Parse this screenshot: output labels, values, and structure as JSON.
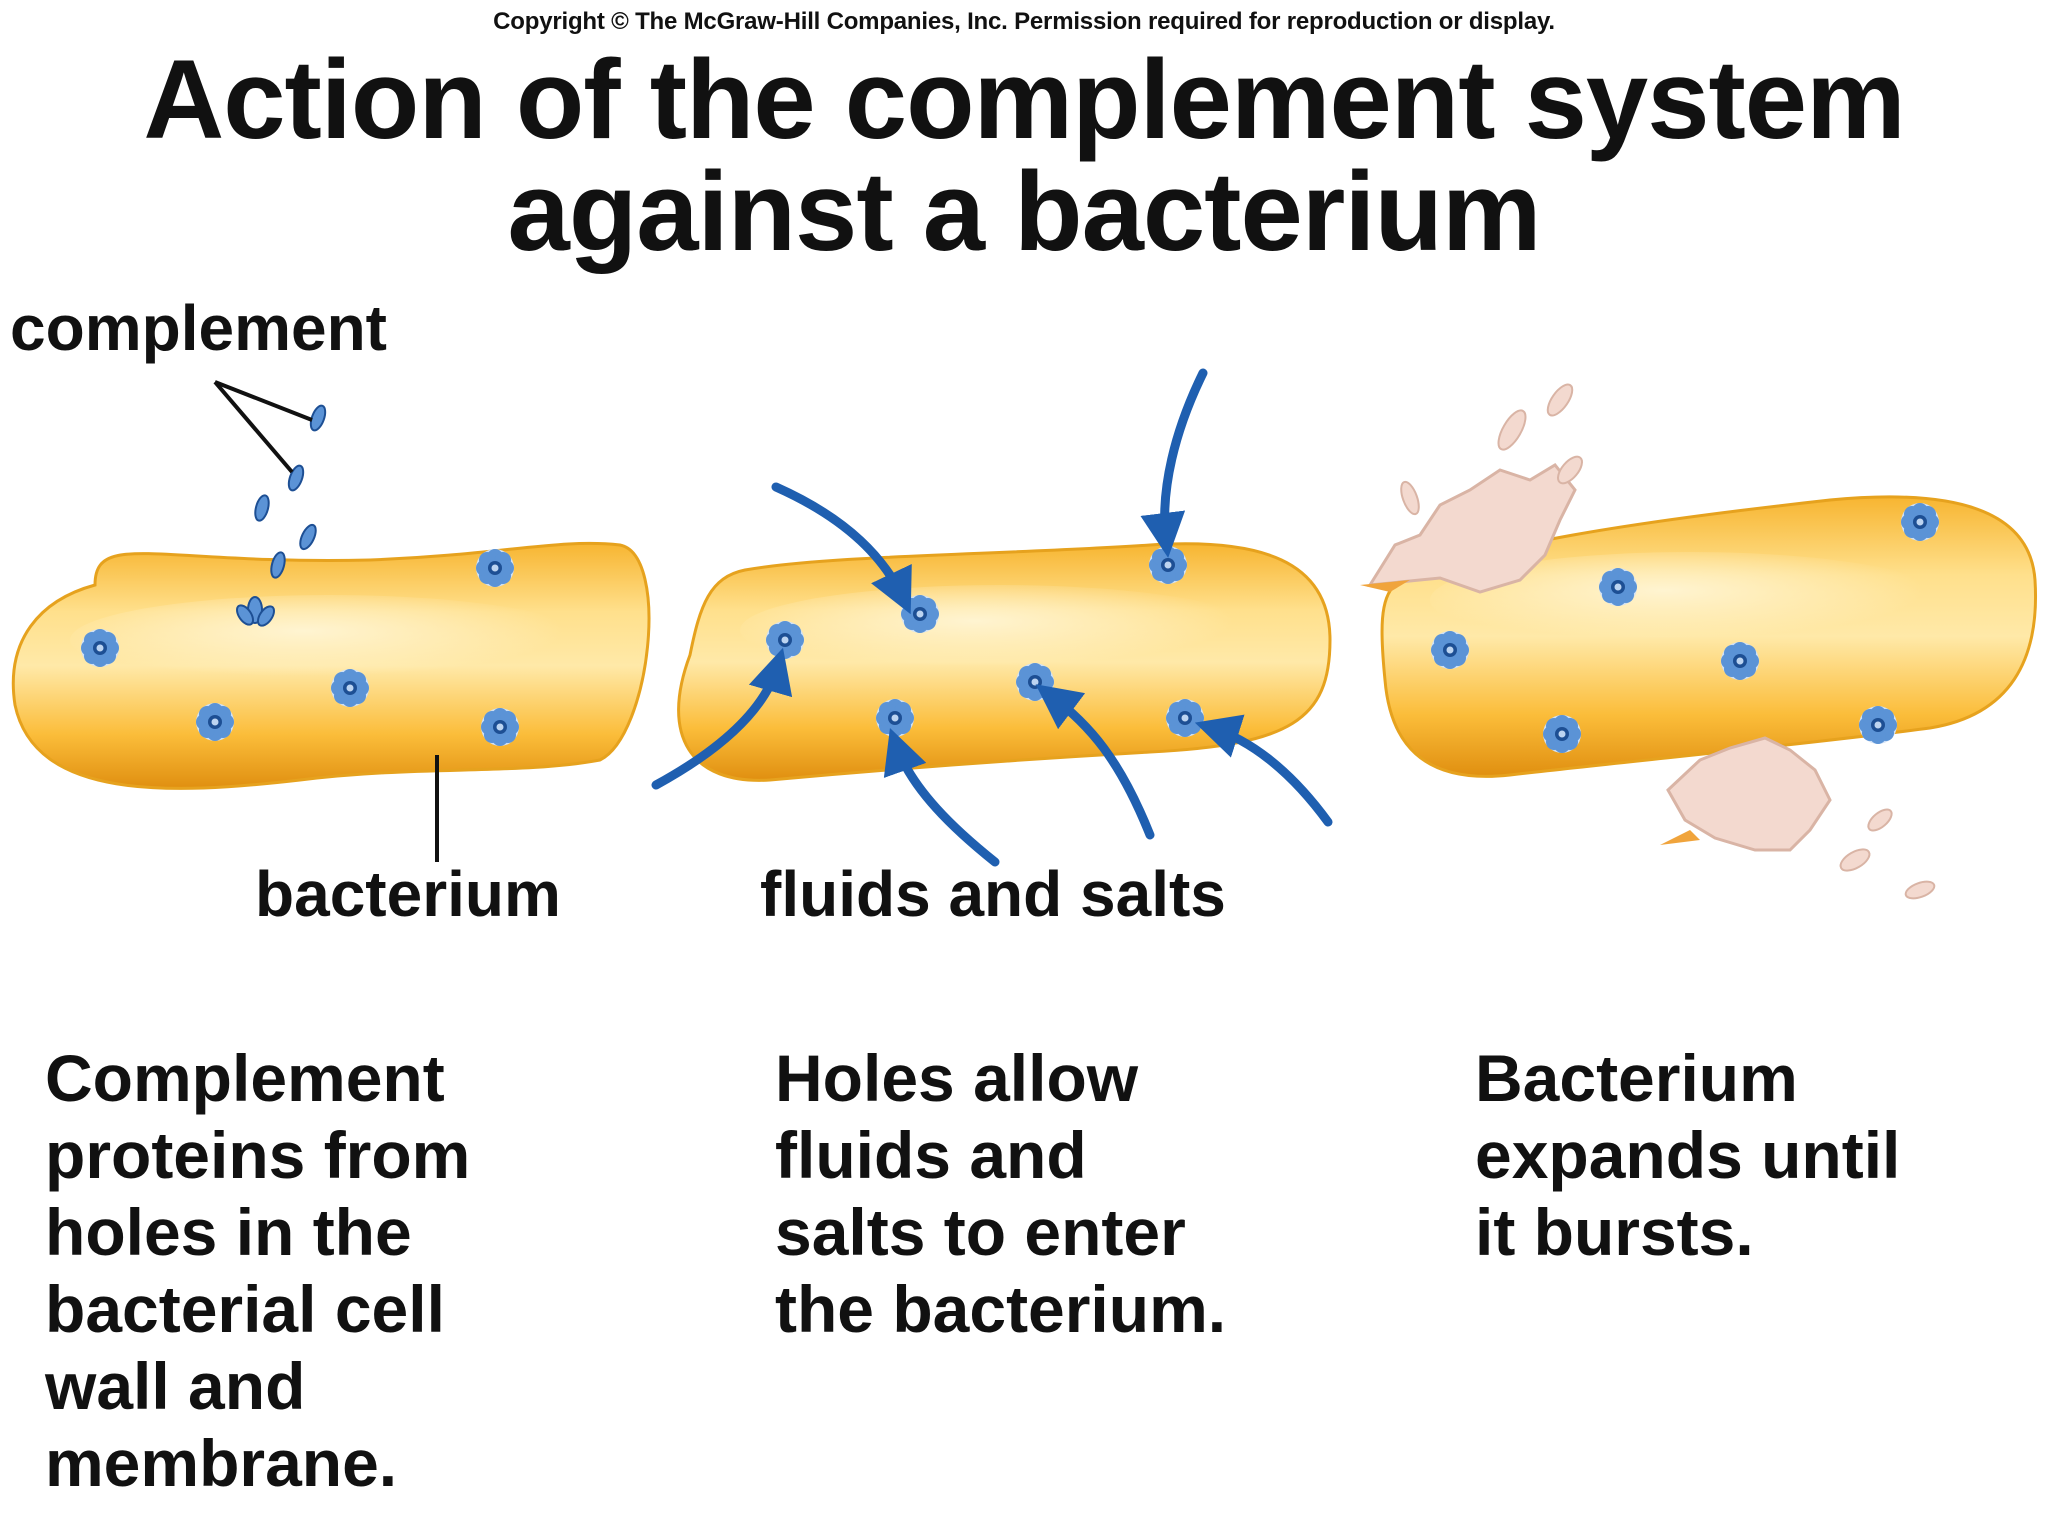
{
  "copyright": "Copyright © The McGraw-Hill Companies, Inc. Permission required for reproduction or display.",
  "title": {
    "line1": "Action of the complement system",
    "line2": "against a bacterium"
  },
  "labels": {
    "complement": "complement",
    "bacterium": "bacterium",
    "fluids_and_salts": "fluids and salts"
  },
  "captions": [
    {
      "lines": [
        "Complement",
        "proteins from",
        "holes in the",
        "bacterial cell",
        "wall and",
        "membrane."
      ]
    },
    {
      "lines": [
        "Holes allow",
        "fluids and",
        "salts to enter",
        "the bacterium."
      ]
    },
    {
      "lines": [
        "Bacterium",
        "expands until",
        "it bursts."
      ]
    }
  ],
  "colors": {
    "bacterium_light": "#ffe28a",
    "bacterium_mid": "#fbbd3a",
    "bacterium_dark": "#e08f10",
    "pore_blue": "#5b93d6",
    "arrow_blue": "#1f5fb0",
    "debris": "#f3d9cf"
  }
}
